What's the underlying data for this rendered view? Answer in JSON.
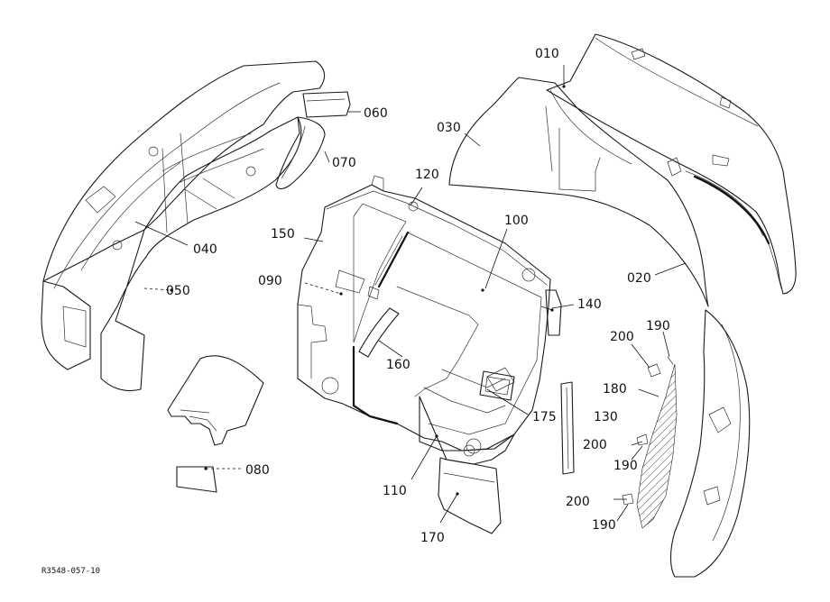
{
  "diagram": {
    "labels": [
      {
        "key": "010",
        "text": "010"
      },
      {
        "key": "020",
        "text": "020"
      },
      {
        "key": "030",
        "text": "030"
      },
      {
        "key": "040",
        "text": "040"
      },
      {
        "key": "050",
        "text": "050"
      },
      {
        "key": "060",
        "text": "060"
      },
      {
        "key": "070",
        "text": "070"
      },
      {
        "key": "080",
        "text": "080"
      },
      {
        "key": "090",
        "text": "090"
      },
      {
        "key": "100",
        "text": "100"
      },
      {
        "key": "110",
        "text": "110"
      },
      {
        "key": "120",
        "text": "120"
      },
      {
        "key": "130",
        "text": "130"
      },
      {
        "key": "140",
        "text": "140"
      },
      {
        "key": "150",
        "text": "150"
      },
      {
        "key": "160",
        "text": "160"
      },
      {
        "key": "170",
        "text": "170"
      },
      {
        "key": "175",
        "text": "175"
      },
      {
        "key": "180",
        "text": "180"
      },
      {
        "key": "190a",
        "text": "190"
      },
      {
        "key": "190b",
        "text": "190"
      },
      {
        "key": "190c",
        "text": "190"
      },
      {
        "key": "200a",
        "text": "200"
      },
      {
        "key": "200b",
        "text": "200"
      },
      {
        "key": "200c",
        "text": "200"
      }
    ],
    "drawing_code": "R3548-057-10"
  }
}
